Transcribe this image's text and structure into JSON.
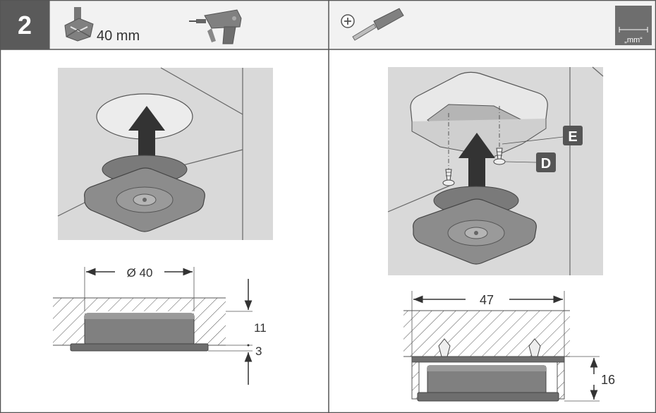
{
  "header": {
    "step_number": "2",
    "drill_bit_size": "40 mm",
    "units_label": "„mm“"
  },
  "left_panel": {
    "diameter_label": "Ø 40",
    "depth_label": "11",
    "flange_label": "3"
  },
  "right_panel": {
    "callout_e": "E",
    "callout_d": "D",
    "width_label": "47",
    "height_label": "16"
  },
  "icons": [
    "forstner-bit-icon",
    "drill-icon",
    "phillips-screwdriver-icon",
    "units-mm-icon"
  ],
  "colors": {
    "step_badge": "#5a5a5a",
    "header_fill": "#f2f2f2",
    "scene_bg": "#d9d9d9",
    "part_dark": "#6e6e6e",
    "callout_bg": "#555555"
  }
}
